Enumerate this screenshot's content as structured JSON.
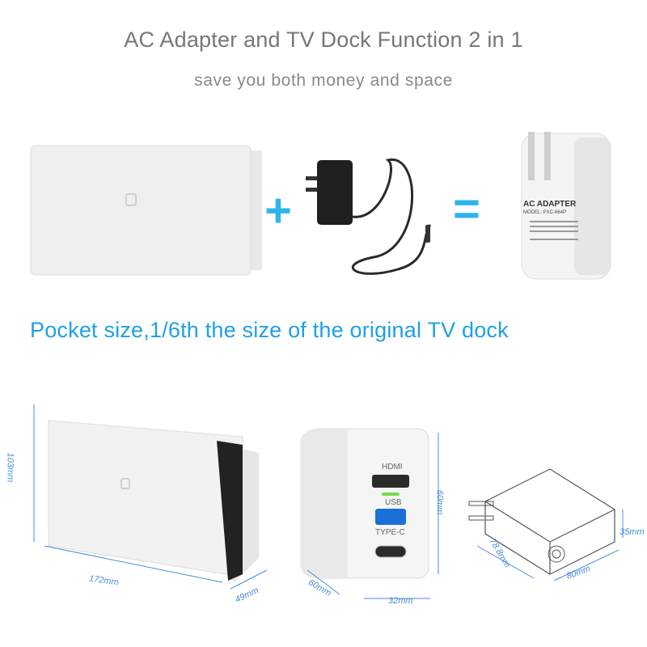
{
  "header": {
    "title": "AC Adapter and TV Dock Function 2 in 1",
    "subtitle": "save you both money and space"
  },
  "equation": {
    "plus": "+",
    "equals": "=",
    "adapter_label": "AC ADAPTER",
    "adapter_model": "MODEL: PXC-664P"
  },
  "tagline": "Pocket size,1/6th the size of the original TV dock",
  "ports": {
    "hdmi": "HDMI",
    "usb": "USB",
    "typec": "TYPE-C"
  },
  "dimensions": {
    "dock_height": "103mm",
    "dock_width": "172mm",
    "dock_depth": "49mm",
    "adapter_width": "60mm",
    "adapter_depth": "32mm",
    "adapter_height": "60mm",
    "drawing_depth": "78.8mm",
    "drawing_width": "80mm",
    "drawing_height": "35mm"
  },
  "colors": {
    "accent": "#1ea0e6",
    "dimension": "#4a8fd8",
    "title": "#777777"
  }
}
